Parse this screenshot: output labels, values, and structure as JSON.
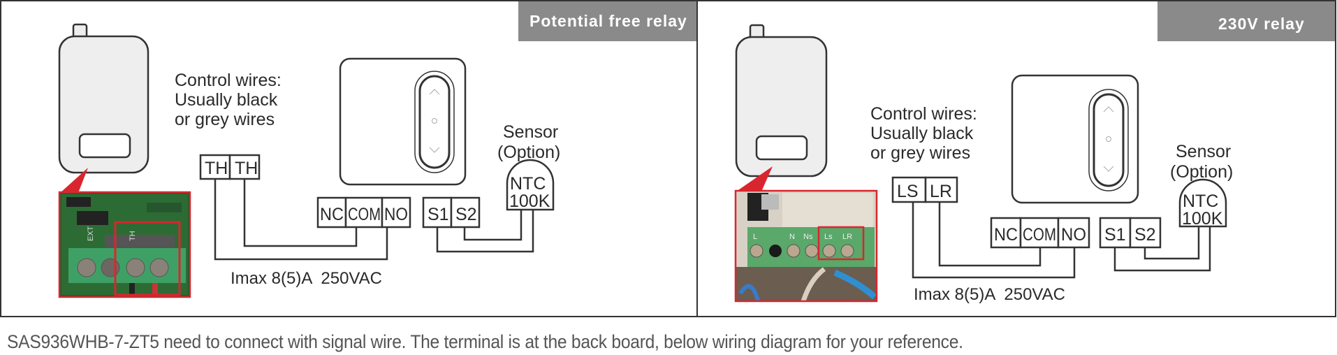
{
  "panels": [
    {
      "id": "potential-free",
      "title": "Potential free relay",
      "control_wires": [
        "Control wires:",
        "Usually black",
        "or grey wires"
      ],
      "boiler_terminals": [
        "TH",
        "TH"
      ],
      "relay_terminals": [
        "NC",
        "COM",
        "NO"
      ],
      "sensor_terminals": [
        "S1",
        "S2"
      ],
      "sensor_label": [
        "Sensor",
        "(Option)"
      ],
      "sensor_body": [
        "NTC",
        "100K"
      ],
      "rating": "Imax 8(5)A  250VAC",
      "photo_labels": [
        "EXT",
        "TH"
      ]
    },
    {
      "id": "230v",
      "title": "230V relay",
      "control_wires": [
        "Control wires:",
        "Usually black",
        "or grey wires"
      ],
      "boiler_terminals": [
        "LS",
        "LR"
      ],
      "relay_terminals": [
        "NC",
        "COM",
        "NO"
      ],
      "sensor_terminals": [
        "S1",
        "S2"
      ],
      "sensor_label": [
        "Sensor",
        "(Option)"
      ],
      "sensor_body": [
        "NTC",
        "100K"
      ],
      "rating": "Imax 8(5)A  250VAC",
      "photo_labels": [
        "L",
        "N",
        "Ns",
        "Ls",
        "LR"
      ]
    }
  ],
  "footer": "SAS936WHB-7-ZT5 need to connect with signal wire. The terminal is at the back board, below wiring diagram for your reference.",
  "colors": {
    "header_bg": "#8a8a8a",
    "highlight_red": "#d9262e",
    "line": "#2a2a2a",
    "boiler_fill": "#eeeeee",
    "pcb_green": "#2e7d3a",
    "terminal_green": "#4caf70"
  }
}
